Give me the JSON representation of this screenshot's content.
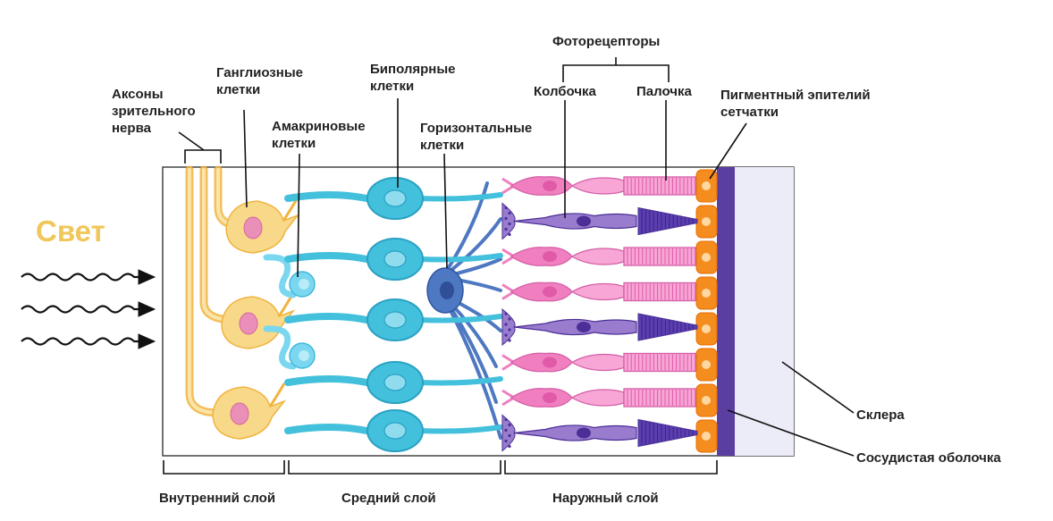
{
  "labels": {
    "light": "Свет",
    "axons": [
      "Аксоны",
      "зрительного",
      "нерва"
    ],
    "ganglion": [
      "Ганглиозные",
      "клетки"
    ],
    "amacrine": [
      "Амакриновые",
      "клетки"
    ],
    "bipolar": [
      "Биполярные",
      "клетки"
    ],
    "horizontal": [
      "Горизонтальные",
      "клетки"
    ],
    "photoreceptors": "Фоторецепторы",
    "cone": "Колбочка",
    "rod": "Палочка",
    "rpe": [
      "Пигментный эпителий",
      "сетчатки"
    ],
    "sclera": "Склера",
    "choroid": "Сосудистая оболочка",
    "inner_layer": "Внутренний слой",
    "middle_layer": "Средний слой",
    "outer_layer": "Наружный слой"
  },
  "colors": {
    "ganglion": "#f8d98a",
    "ganglion_stroke": "#f0b440",
    "ganglion_nucleus": "#e98fb8",
    "amacrine": "#7ad7ef",
    "bipolar": "#43c0dc",
    "bipolar_dark": "#2aa1c3",
    "horizontal": "#4e78c2",
    "rod": "#f07fc0",
    "rod_light": "#f7a6d6",
    "cone": "#9a7ccf",
    "cone_dark": "#4b2f96",
    "rpe": "#f58c1e",
    "choroid": "#5a3fa0",
    "sclera": "#ecebf8",
    "light": "#f0c75a"
  }
}
